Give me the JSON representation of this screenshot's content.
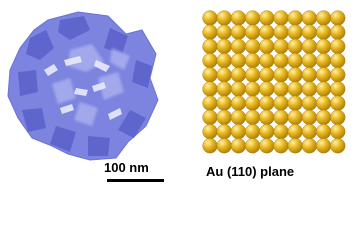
{
  "scale_bar": {
    "label": "100 nm"
  },
  "lattice": {
    "label": "Au (110) plane",
    "rows": 10,
    "cols": 10,
    "sphere_color": "#e8b81e",
    "sphere_highlight": "#fff0a8",
    "sphere_shadow": "#a87a0c"
  },
  "particle": {
    "color": "#7c84e0",
    "dark_color": "#5b63cc",
    "light_color": "#a9afee"
  }
}
